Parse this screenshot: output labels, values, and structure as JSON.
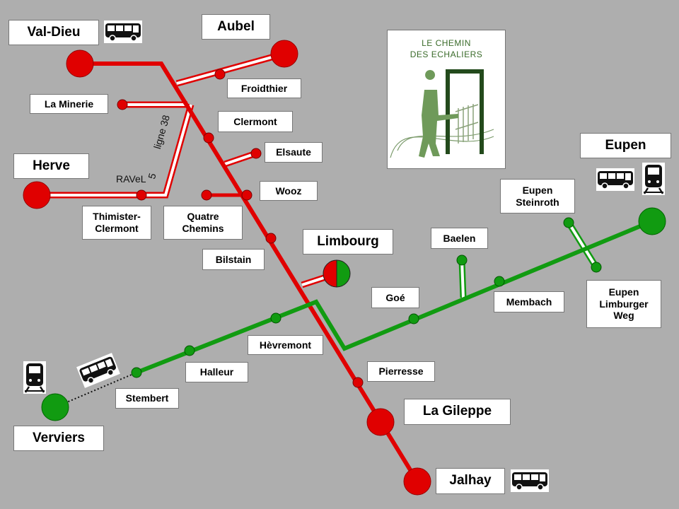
{
  "colors": {
    "red": "#e00000",
    "green": "#119b11",
    "background": "#aeaeae",
    "logo_green": "#3a6b2a"
  },
  "towns": {
    "val_dieu": "Val-Dieu",
    "aubel": "Aubel",
    "herve": "Herve",
    "limbourg": "Limbourg",
    "eupen": "Eupen",
    "verviers": "Verviers",
    "la_gileppe": "La Gileppe",
    "jalhay": "Jalhay"
  },
  "stops": {
    "froidthier": "Froidthier",
    "la_minerie": "La Minerie",
    "clermont": "Clermont",
    "elsaute": "Elsaute",
    "wooz": "Wooz",
    "thimister_clermont": "Thimister-\nClermont",
    "quatre_chemins": "Quatre\nChemins",
    "bilstain": "Bilstain",
    "goe": "Goé",
    "baelen": "Baelen",
    "eupen_steinroth": "Eupen\nSteinroth",
    "membach": "Membach",
    "eupen_limburger_weg": "Eupen\nLimburger\nWeg",
    "hevremont": "Hèvremont",
    "halleur": "Halleur",
    "stembert": "Stembert",
    "pierresse": "Pierresse"
  },
  "route_label": {
    "ravel": "RAVeL",
    "number": "5",
    "ligne": "ligne 38"
  },
  "logo": {
    "text": "LE CHEMIN\nDES ECHALIERS"
  },
  "icons": {
    "bus": "bus-icon",
    "train": "train-icon"
  }
}
